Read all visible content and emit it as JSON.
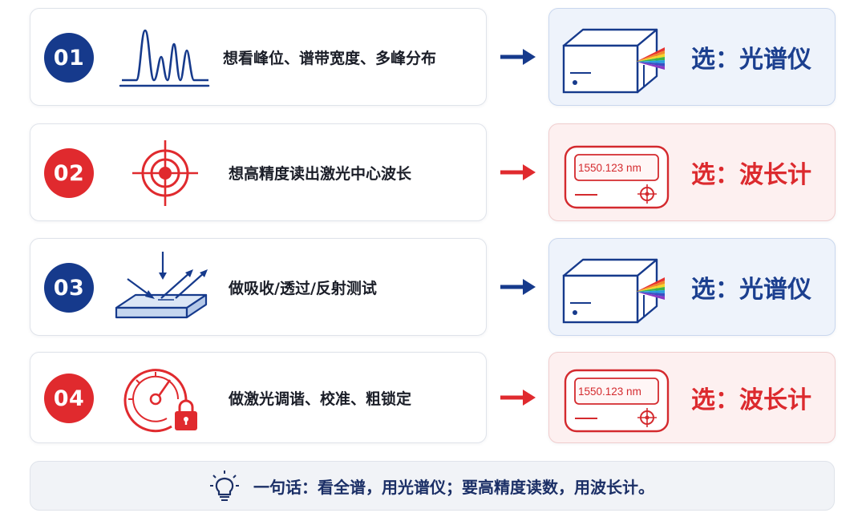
{
  "rows": [
    {
      "num": "01",
      "desc": "想看峰位、谱带宽度、多峰分布",
      "choose": "选：光谱仪",
      "accent": "#163a8c"
    },
    {
      "num": "02",
      "desc": "想高精度读出激光中心波长",
      "choose": "选：波长计",
      "accent": "#e02a2e",
      "reading": "1550.123 nm"
    },
    {
      "num": "03",
      "desc": "做吸收/透过/反射测试",
      "choose": "选：光谱仪",
      "accent": "#163a8c"
    },
    {
      "num": "04",
      "desc": "做激光调谐、校准、粗锁定",
      "choose": "选：波长计",
      "accent": "#e02a2e",
      "reading": "1550.123 nm"
    }
  ],
  "icons": {
    "row1": "spectrum-peaks-icon",
    "row2": "target-crosshair-icon",
    "row3": "reflection-transmission-icon",
    "row4": "gauge-lock-icon",
    "spectrometer": "spectrometer-device-icon",
    "wavemeter": "wavemeter-device-icon",
    "summary": "lightbulb-icon"
  },
  "summary": {
    "text": "一句话：看全谱，用光谱仪；要高精度读数，用波长计。"
  }
}
